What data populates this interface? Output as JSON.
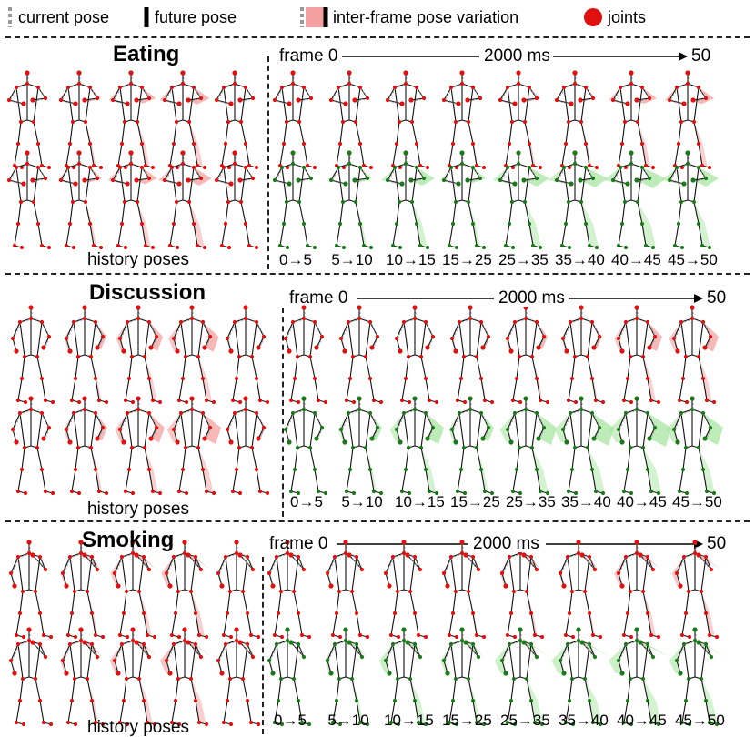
{
  "legend": {
    "current_pose": "current pose",
    "future_pose": "future pose",
    "variation": "inter-frame pose variation",
    "joints": "joints"
  },
  "sections": [
    {
      "title": "Eating",
      "frame_start": "frame 0",
      "duration": "2000 ms",
      "frame_end": "50",
      "history_caption": "history poses",
      "ranges": [
        "0→5",
        "5→10",
        "10→15",
        "15→25",
        "25→35",
        "35→40",
        "40→45",
        "45→50"
      ]
    },
    {
      "title": "Discussion",
      "frame_start": "frame 0",
      "duration": "2000 ms",
      "frame_end": "50",
      "history_caption": "history poses",
      "ranges": [
        "0→5",
        "5→10",
        "10→15",
        "15→25",
        "25→35",
        "35→40",
        "40→45",
        "45→50"
      ]
    },
    {
      "title": "Smoking",
      "frame_start": "frame 0",
      "duration": "2000 ms",
      "frame_end": "50",
      "history_caption": "history poses",
      "ranges": [
        "0→5",
        "5→10",
        "10→15",
        "15→25",
        "25→35",
        "35→40",
        "40→45",
        "45→50"
      ]
    }
  ],
  "colors": {
    "joint_red": "#e01010",
    "joint_green": "#1a7a1a",
    "variation_red": "#f4a0a0",
    "variation_green": "#a8e6a0",
    "pose_line": "#111111",
    "current_pose_gray": "#999999"
  }
}
